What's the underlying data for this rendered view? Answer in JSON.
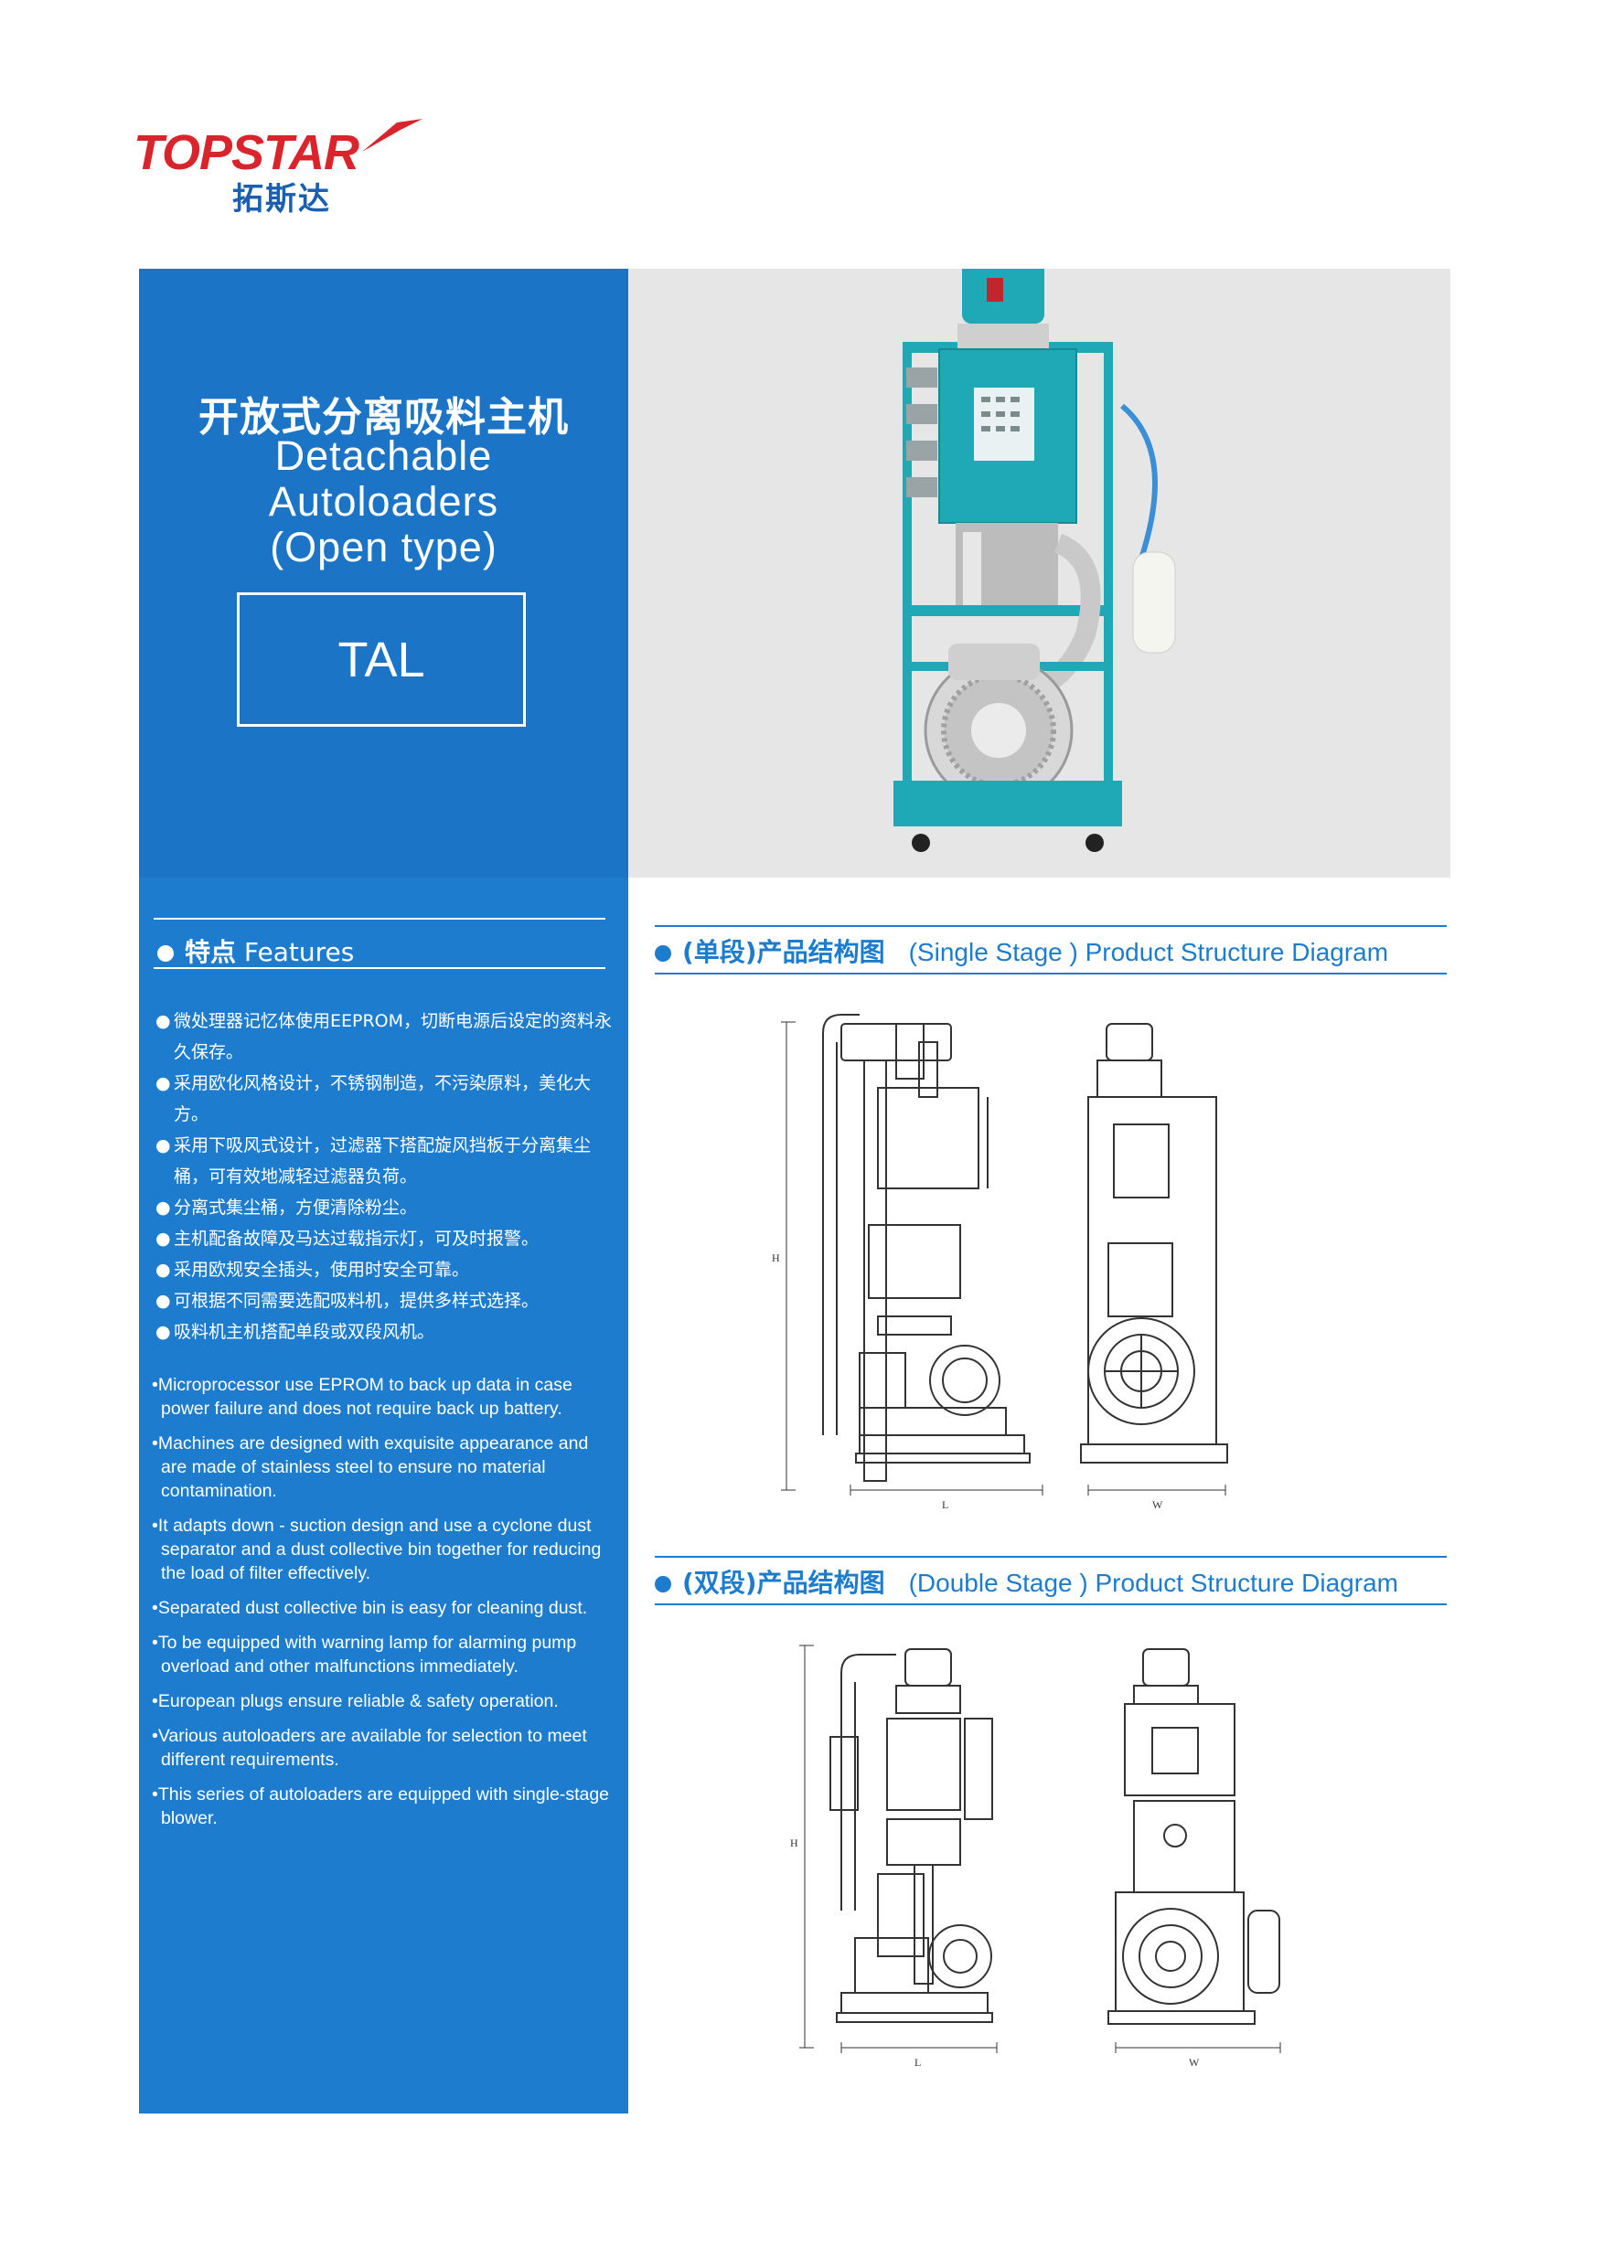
{
  "logo": {
    "brand": "TOPSTAR",
    "sub": "拓斯达"
  },
  "title": {
    "cn": "开放式分离吸料主机",
    "en_lines": [
      "Detachable",
      "Autoloaders",
      "(Open type)"
    ],
    "model": "TAL"
  },
  "features": {
    "header_cn": "特点",
    "header_en": "Features",
    "cn_items": [
      "微处理器记忆体使用EEPROM，切断电源后设定的资料永久保存。",
      "采用欧化风格设计，不锈钢制造，不污染原料，美化大方。",
      "采用下吸风式设计，过滤器下搭配旋风挡板于分离集尘桶，可有效地减轻过滤器负荷。",
      "分离式集尘桶，方便清除粉尘。",
      "主机配备故障及马达过载指示灯，可及时报警。",
      "采用欧规安全插头，使用时安全可靠。",
      "可根据不同需要选配吸料机，提供多样式选择。",
      "吸料机主机搭配单段或双段风机。"
    ],
    "en_items": [
      "•Microprocessor use EPROM to back up data in case power failure and does not require back up battery.",
      "•Machines are designed with exquisite appearance and are made of stainless steel to ensure no material contamination.",
      "•It adapts down - suction design and use a cyclone dust separator and a dust collective bin together for reducing the  load of filter effectively.",
      "•Separated dust collective bin is easy for cleaning dust.",
      "•To be equipped with warning lamp for alarming pump overload and other malfunctions immediately.",
      "•European plugs ensure reliable & safety operation.",
      "•Various autoloaders are available for selection to meet different requirements.",
      "•This series of autoloaders are equipped with single-stage blower."
    ]
  },
  "single_stage": {
    "title_cn": "(单段)产品结构图",
    "title_en": "(Single Stage ) Product Structure Diagram",
    "dim_h": "H",
    "dim_l": "L",
    "dim_w": "W"
  },
  "double_stage": {
    "title_cn": "(双段)产品结构图",
    "title_en": "(Double Stage ) Product Structure Diagram",
    "dim_h": "H",
    "dim_l": "L",
    "dim_w": "W"
  },
  "colors": {
    "panel_blue": "#1d7ccd",
    "brand_red": "#d8242a",
    "machine_teal": "#1fa8b5"
  }
}
